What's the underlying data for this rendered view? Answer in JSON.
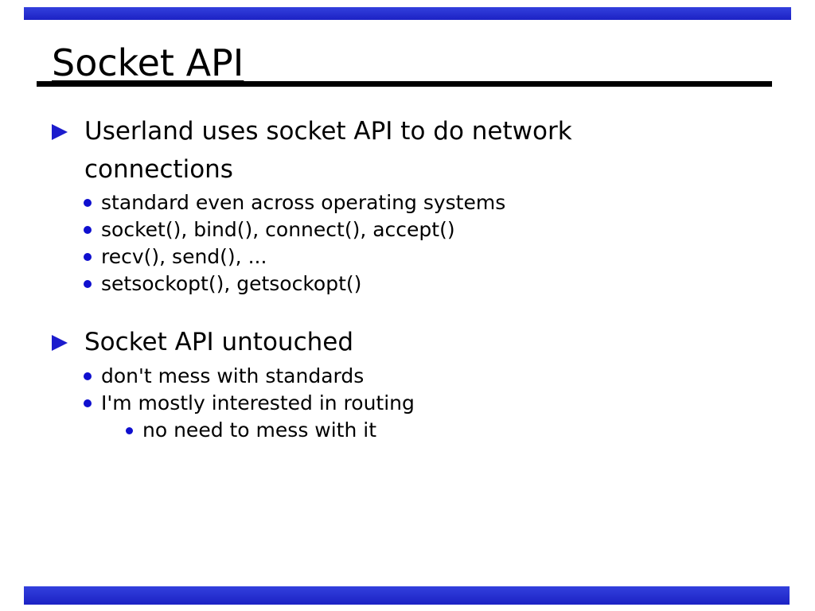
{
  "slide": {
    "title": "Socket API",
    "sections": [
      {
        "heading": "Userland uses socket API to do network connections",
        "bullets": [
          "standard even across operating systems",
          "socket(), bind(), connect(), accept()",
          "recv(), send(), ...",
          "setsockopt(), getsockopt()"
        ]
      },
      {
        "heading": "Socket API untouched",
        "bullets": [
          "don't mess with standards",
          "I'm mostly interested in routing"
        ],
        "sub_bullets": [
          "no need to mess with it"
        ]
      }
    ],
    "colors": {
      "bar_blue": "#2330d4",
      "triangle_blue": "#1c1ccd",
      "dot_blue": "#0f0fcf",
      "text": "#000000",
      "background": "#ffffff"
    }
  }
}
